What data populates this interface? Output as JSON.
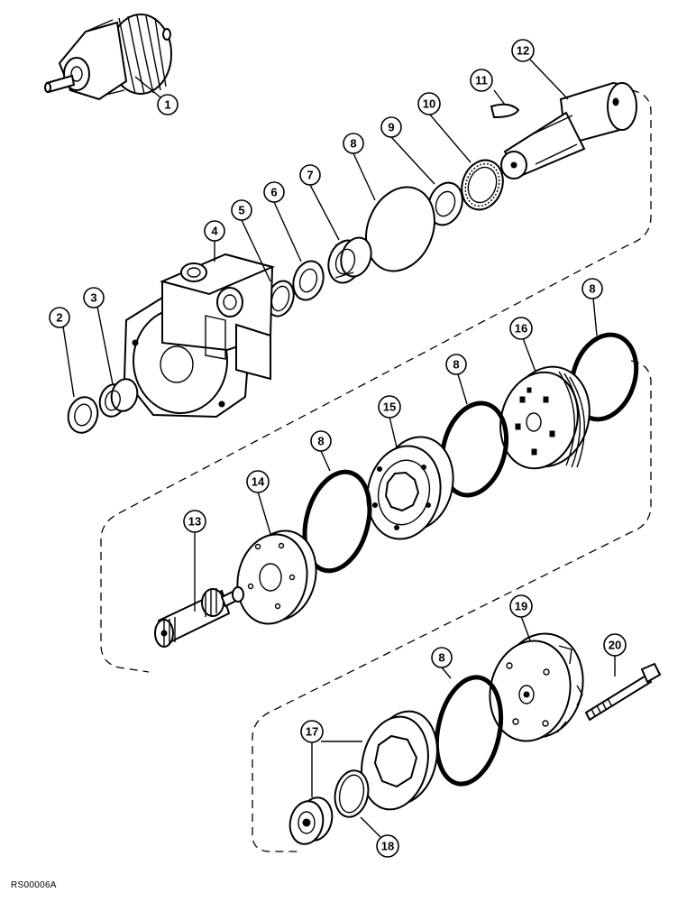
{
  "callouts": [
    {
      "id": "c1",
      "label": "1"
    },
    {
      "id": "c2",
      "label": "2"
    },
    {
      "id": "c3",
      "label": "3"
    },
    {
      "id": "c4",
      "label": "4"
    },
    {
      "id": "c5",
      "label": "5"
    },
    {
      "id": "c6",
      "label": "6"
    },
    {
      "id": "c7",
      "label": "7"
    },
    {
      "id": "c8a",
      "label": "8"
    },
    {
      "id": "c9",
      "label": "9"
    },
    {
      "id": "c10",
      "label": "10"
    },
    {
      "id": "c11",
      "label": "11"
    },
    {
      "id": "c12",
      "label": "12"
    },
    {
      "id": "c8b",
      "label": "8"
    },
    {
      "id": "c16",
      "label": "16"
    },
    {
      "id": "c8c",
      "label": "8"
    },
    {
      "id": "c15",
      "label": "15"
    },
    {
      "id": "c8d",
      "label": "8"
    },
    {
      "id": "c14",
      "label": "14"
    },
    {
      "id": "c13",
      "label": "13"
    },
    {
      "id": "c19",
      "label": "19"
    },
    {
      "id": "c20",
      "label": "20"
    },
    {
      "id": "c8e",
      "label": "8"
    },
    {
      "id": "c17",
      "label": "17"
    },
    {
      "id": "c18",
      "label": "18"
    }
  ],
  "reference_code": "RS00006A"
}
